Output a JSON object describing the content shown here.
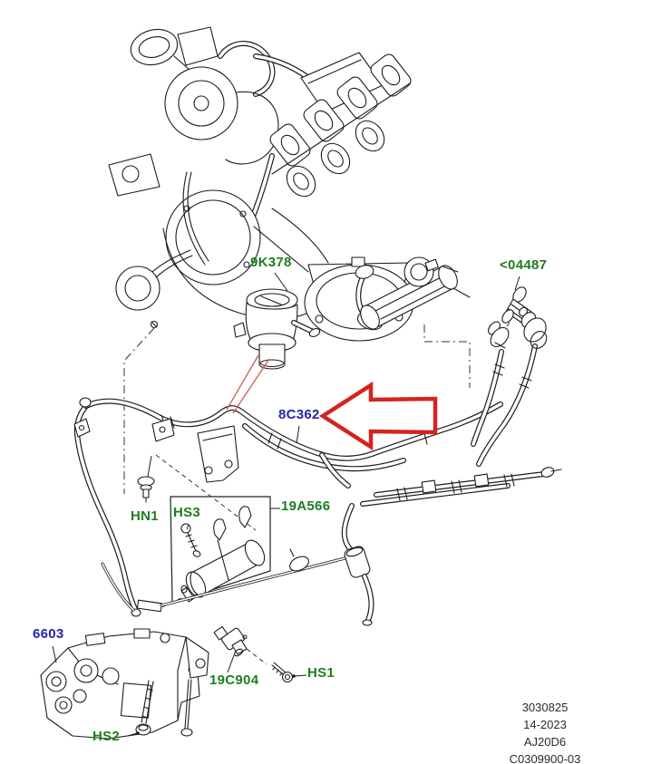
{
  "callouts": [
    {
      "code": "9K378",
      "color": "green",
      "meaning": "solenoid-valve"
    },
    {
      "code": "<04487",
      "color": "green",
      "meaning": "connector"
    },
    {
      "code": "8C362",
      "color": "blue",
      "meaning": "vacuum-hose-assembly-highlighted"
    },
    {
      "code": "HN1",
      "color": "green",
      "meaning": "clip"
    },
    {
      "code": "HS3",
      "color": "green",
      "meaning": "screw"
    },
    {
      "code": "19A566",
      "color": "green",
      "meaning": "vacuum-reservoir"
    },
    {
      "code": "6603",
      "color": "blue",
      "meaning": "pump"
    },
    {
      "code": "HS2",
      "color": "green",
      "meaning": "bolt"
    },
    {
      "code": "19C904",
      "color": "green",
      "meaning": "sensor"
    },
    {
      "code": "HS1",
      "color": "green",
      "meaning": "bolt"
    }
  ],
  "footer": {
    "lines": [
      "3030825",
      "14-2023",
      "AJ20D6",
      "C0309900-03"
    ]
  },
  "colors": {
    "green_label": "#1e7d1e",
    "blue_label": "#2424a8",
    "arrow_red": "#d42420",
    "line_art": "#1c1c1c"
  },
  "icons": {
    "highlight_arrow": "left-block-arrow"
  }
}
